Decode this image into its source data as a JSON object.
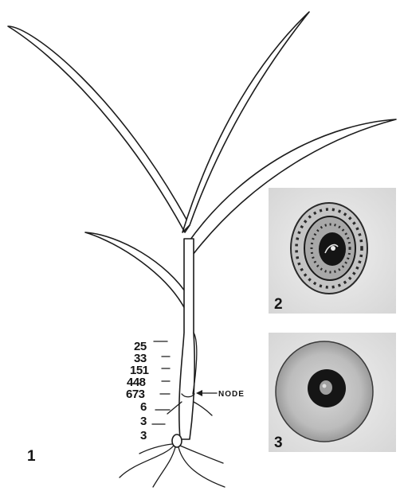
{
  "figure": {
    "panel_labels": [
      "1",
      "2",
      "3"
    ],
    "scale_values": [
      "25",
      "33",
      "151",
      "448",
      "673",
      "6",
      "3",
      "3"
    ],
    "node_label": "NODE"
  },
  "colors": {
    "ink": "#1c1c1c",
    "photo_background": "#e4e4e4",
    "section_dark": "#151515"
  }
}
